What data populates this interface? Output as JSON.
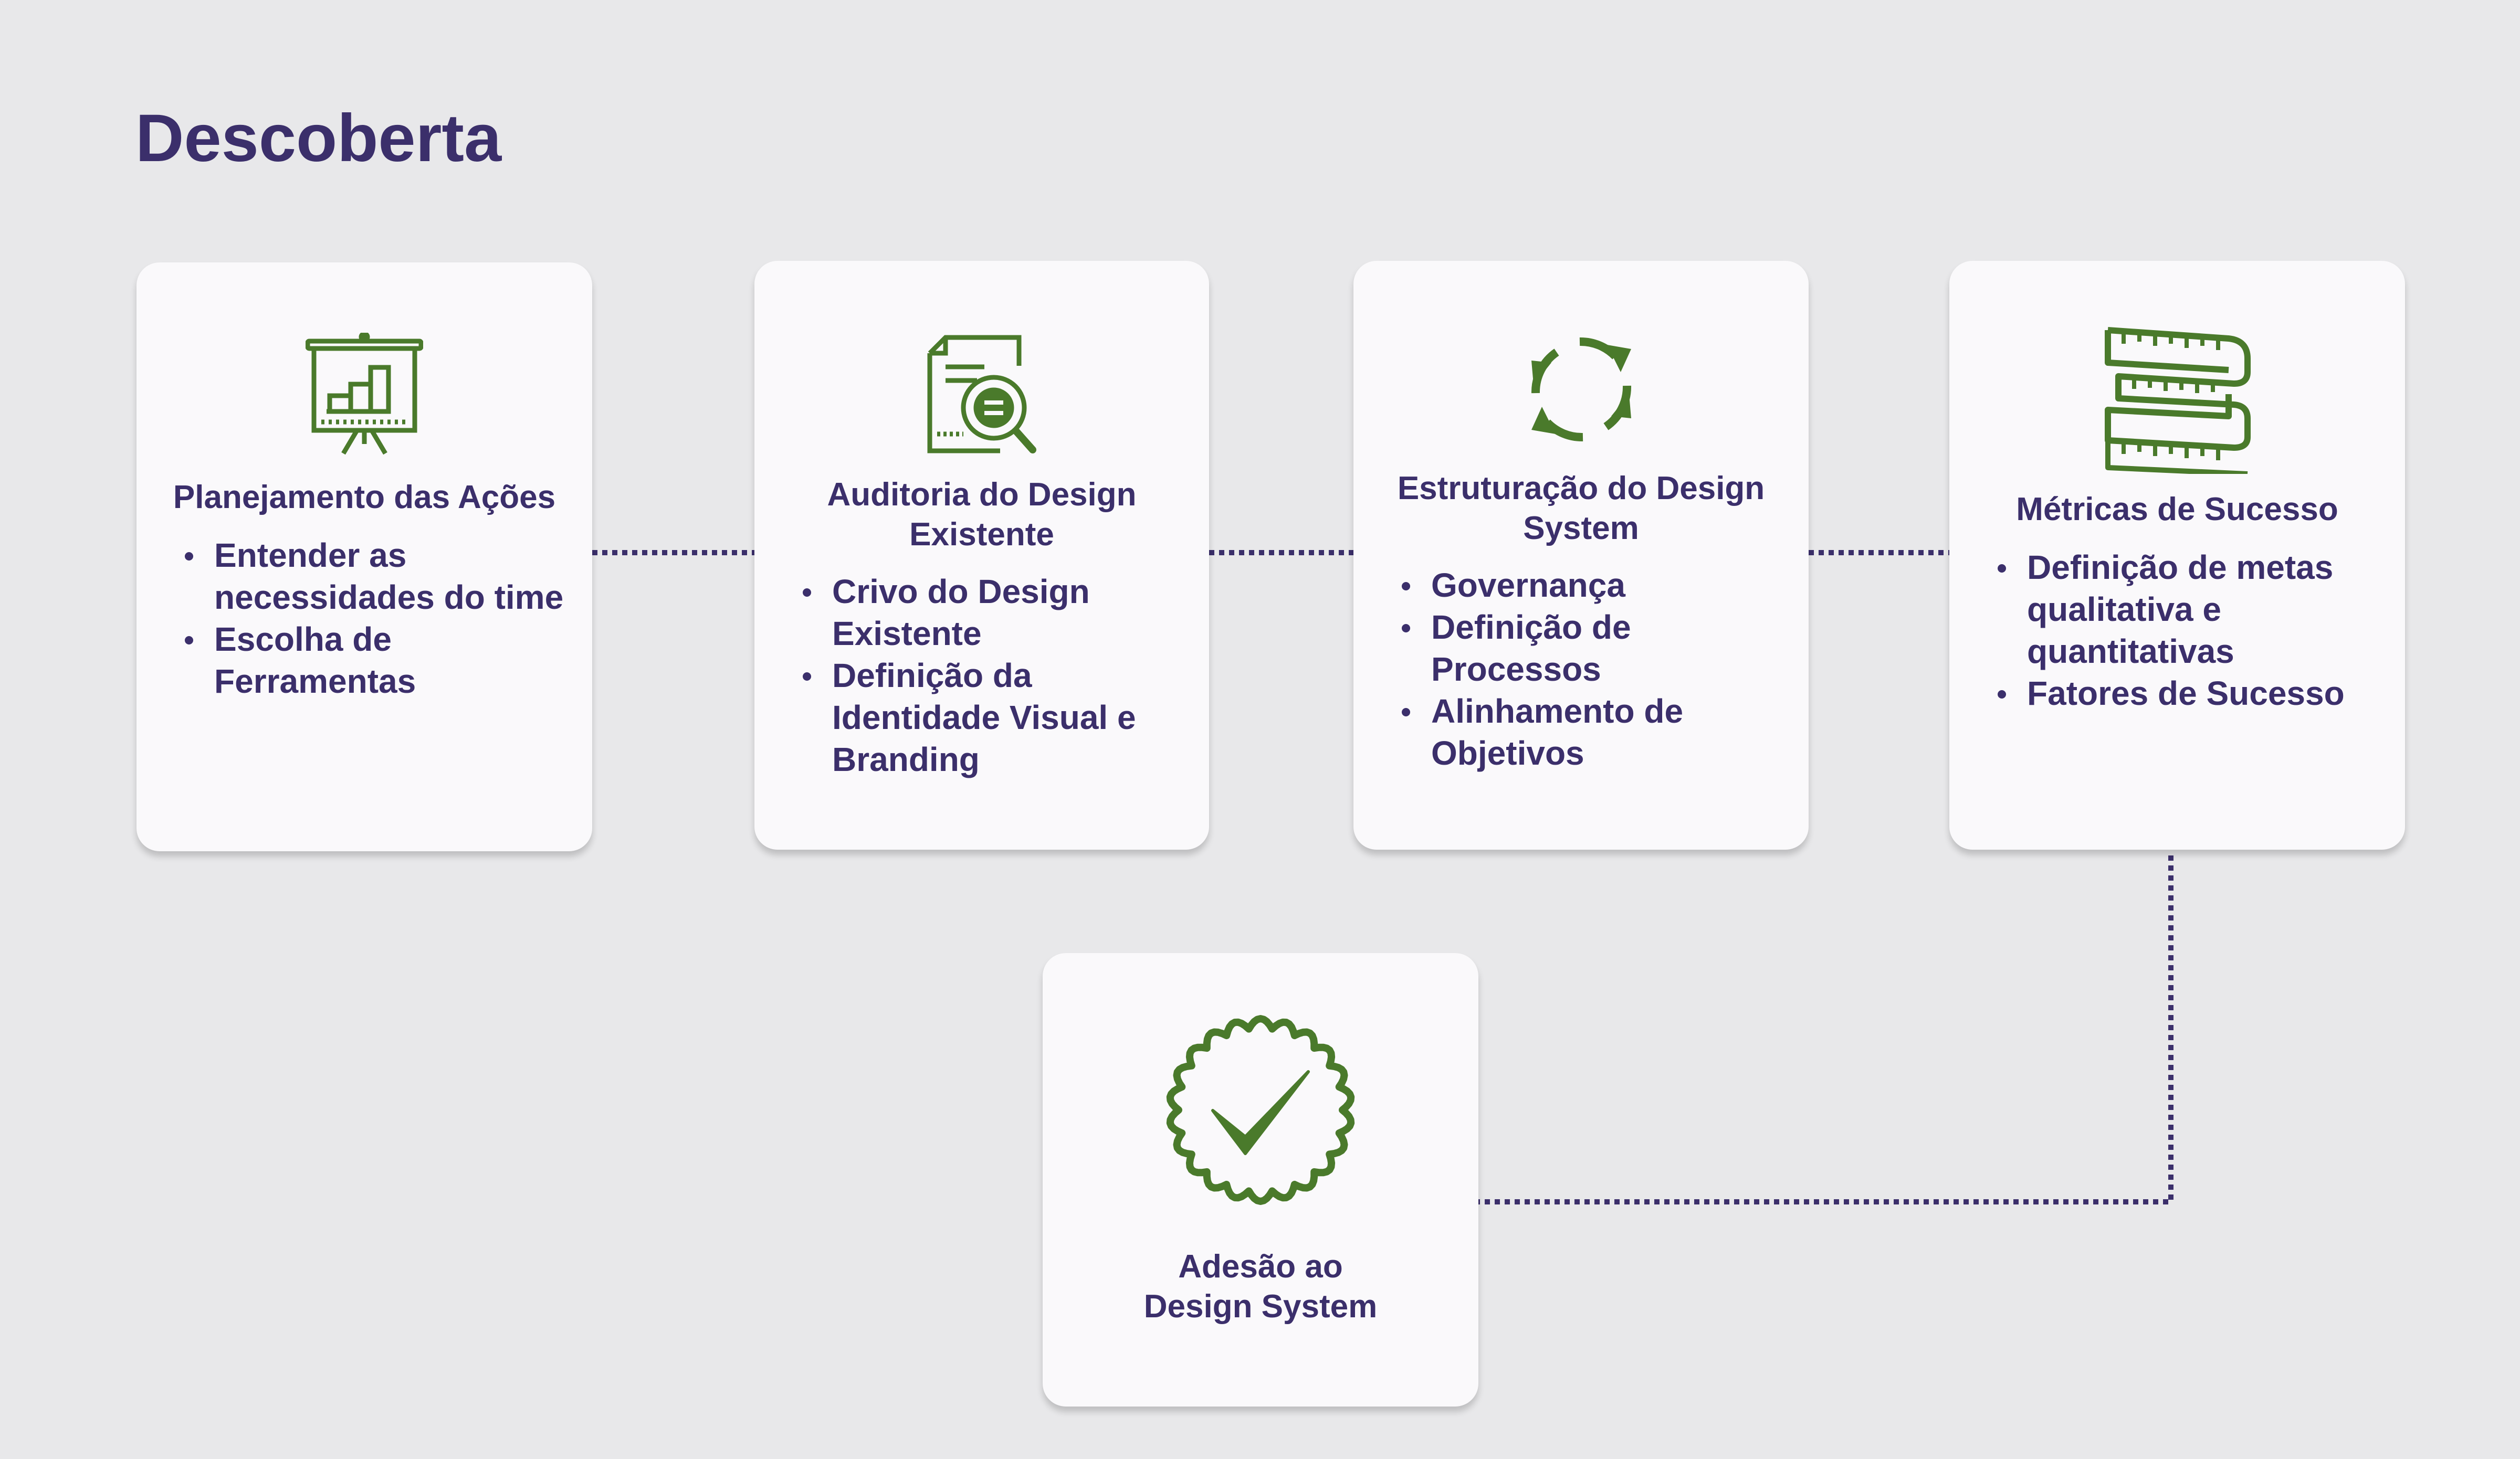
{
  "title": "Descoberta",
  "colors": {
    "title": "#3b2f6b",
    "icon": "#4a7a2b",
    "connector": "#3b2f6b",
    "card": "#faf9fb",
    "background": "#e8e8ea"
  },
  "cards": [
    {
      "icon": "presentation-chart-icon",
      "title": "Planejamento das Ações",
      "items": [
        "Entender as necessidades do time",
        "Escolha de Ferramentas"
      ]
    },
    {
      "icon": "document-search-icon",
      "title": "Auditoria do Design Existente",
      "items": [
        "Crivo do Design Existente",
        "Definição da Identidade Visual e Branding"
      ]
    },
    {
      "icon": "refresh-cycle-icon",
      "title": "Estruturação do Design System",
      "items": [
        "Governança",
        "Definição de Processos",
        "Alinhamento de Objetivos"
      ]
    },
    {
      "icon": "measuring-tape-icon",
      "title": "Métricas de Sucesso",
      "items": [
        "Definição de metas qualitativa e quantitativas",
        "Fatores de Sucesso"
      ]
    }
  ],
  "final_card": {
    "icon": "approval-badge-icon",
    "title": "Adesão ao Design System"
  }
}
